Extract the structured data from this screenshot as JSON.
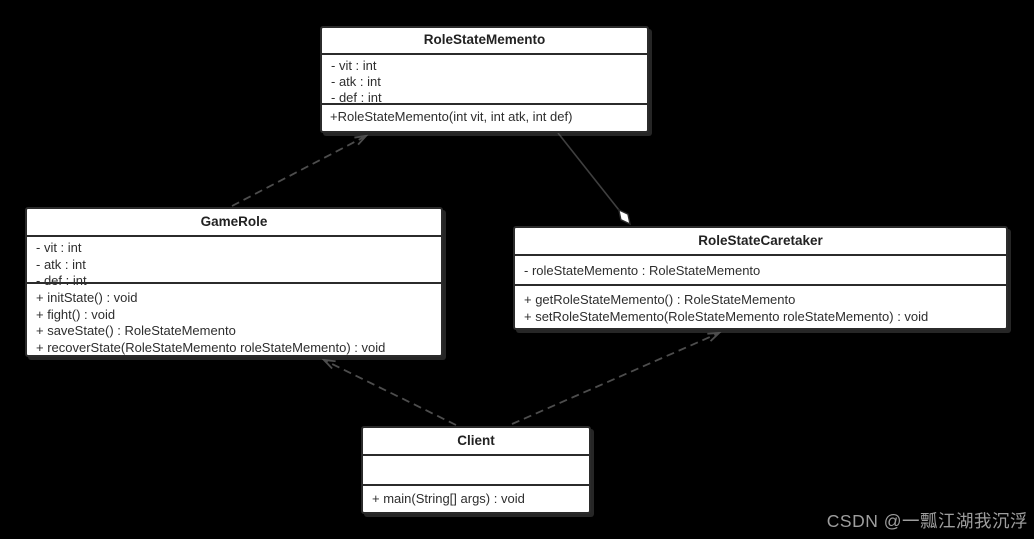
{
  "diagram": {
    "type": "uml-class-diagram",
    "pattern": "Memento"
  },
  "classes": {
    "memento": {
      "title": "RoleStateMemento",
      "attributes": [
        "- vit : int",
        "- atk : int",
        "- def : int"
      ],
      "methods": [
        "+RoleStateMemento(int vit, int atk, int def)"
      ]
    },
    "gamerole": {
      "title": "GameRole",
      "attributes": [
        "- vit : int",
        "- atk : int",
        "- def : int"
      ],
      "methods": [
        "+ initState() : void",
        "+ fight() : void",
        "+ saveState() : RoleStateMemento",
        "+ recoverState(RoleStateMemento roleStateMemento) : void"
      ]
    },
    "caretaker": {
      "title": "RoleStateCaretaker",
      "attributes": [
        "- roleStateMemento : RoleStateMemento"
      ],
      "methods": [
        "+ getRoleStateMemento() : RoleStateMemento",
        "+ setRoleStateMemento(RoleStateMemento roleStateMemento) : void"
      ]
    },
    "client": {
      "title": "Client",
      "attributes": [],
      "methods": [
        "+ main(String[] args) : void"
      ]
    }
  },
  "relations": [
    {
      "from": "GameRole",
      "to": "RoleStateMemento",
      "type": "dependency",
      "line": "dashed",
      "arrowhead": "open"
    },
    {
      "from": "RoleStateCaretaker",
      "to": "RoleStateMemento",
      "type": "aggregation",
      "line": "solid",
      "arrowhead": "hollow-diamond"
    },
    {
      "from": "Client",
      "to": "GameRole",
      "type": "dependency",
      "line": "dashed",
      "arrowhead": "open"
    },
    {
      "from": "Client",
      "to": "RoleStateCaretaker",
      "type": "dependency",
      "line": "dashed",
      "arrowhead": "open"
    }
  ],
  "watermark": "CSDN @一瓢江湖我沉浮",
  "colors": {
    "background": "#000000",
    "box_fill": "#ffffff",
    "box_border": "#2b2b2b",
    "text": "#2e2e2e",
    "connector": "#4d4d4d",
    "watermark": "#9e9e9e"
  }
}
